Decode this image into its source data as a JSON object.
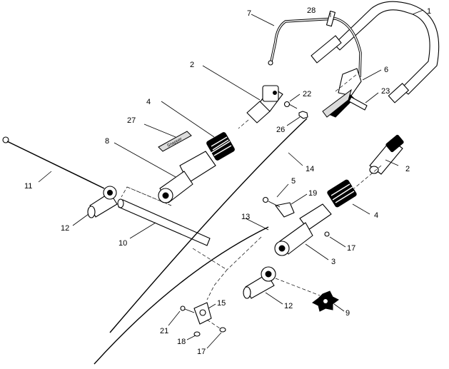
{
  "callouts": {
    "c1": "1",
    "c2a": "2",
    "c2b": "2",
    "c3": "3",
    "c4a": "4",
    "c4b": "4",
    "c5": "5",
    "c6": "6",
    "c7": "7",
    "c8": "8",
    "c9": "9",
    "c10": "10",
    "c11": "11",
    "c12a": "12",
    "c12b": "12",
    "c13": "13",
    "c14": "14",
    "c15": "15",
    "c17a": "17",
    "c17b": "17",
    "c18": "18",
    "c19": "19",
    "c21": "21",
    "c22": "22",
    "c23": "23",
    "c26": "26",
    "c27": "27",
    "c28": "28"
  },
  "decal_text": "Snapper"
}
